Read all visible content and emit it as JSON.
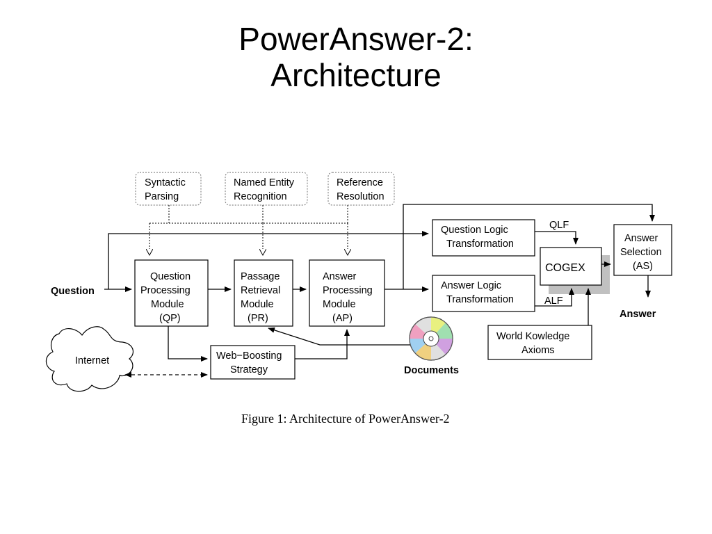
{
  "slide": {
    "title_line1": "PowerAnswer-2:",
    "title_line2": "Architecture"
  },
  "diagram": {
    "annotators": {
      "syntactic": [
        "Syntactic",
        "Parsing"
      ],
      "named_entity": [
        "Named Entity",
        "Recognition"
      ],
      "reference": [
        "Reference",
        "Resolution"
      ]
    },
    "modules": {
      "qp": [
        "Question",
        "Processing",
        "Module",
        "(QP)"
      ],
      "pr": [
        "Passage",
        "Retrieval",
        "Module",
        "(PR)"
      ],
      "ap": [
        "Answer",
        "Processing",
        "Module",
        "(AP)"
      ]
    },
    "question_logic": [
      "Question Logic",
      "Transformation"
    ],
    "answer_logic": [
      "Answer Logic",
      "Transformation"
    ],
    "cogex": "COGEX",
    "answer_selection": [
      "Answer",
      "Selection",
      "(AS)"
    ],
    "world_knowledge": [
      "World Kowledge",
      "Axioms"
    ],
    "web_boosting": [
      "Web−Boosting",
      "Strategy"
    ],
    "internet": "Internet",
    "documents": "Documents",
    "question_label": "Question",
    "answer_label": "Answer",
    "qlf_label": "QLF",
    "alf_label": "ALF",
    "caption": "Figure 1: Architecture of PowerAnswer-2"
  }
}
